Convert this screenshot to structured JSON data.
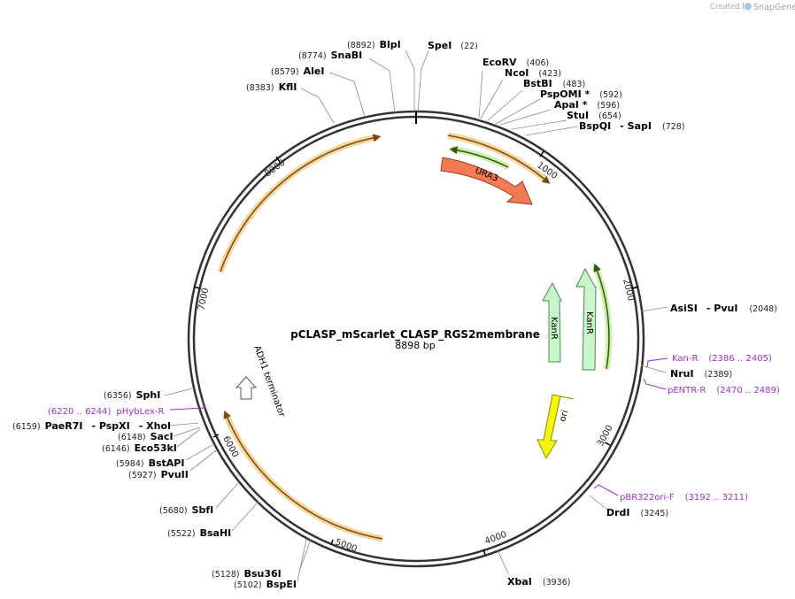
{
  "header": {
    "credit": "Created by",
    "brand": "SnapGene"
  },
  "plasmid": {
    "name": "pCLASP_mScarlet_CLASP_RGS2membrane",
    "length_label": "8898 bp"
  },
  "ruler": [
    "1000",
    "2000",
    "3000",
    "4000",
    "5000",
    "6000",
    "7000",
    "8000"
  ],
  "features": [
    {
      "label": "URA3",
      "color": "#f47a55"
    },
    {
      "label": "KanR",
      "color": "#c8f5cc"
    },
    {
      "label": "KanR",
      "color": "#c8f5cc"
    },
    {
      "label": "ori",
      "color": "#f6f60a"
    },
    {
      "label": "ADH1 terminator",
      "color": "#ffffff"
    }
  ],
  "enzymes": [
    {
      "name": "BlpI",
      "pos": "(8892)"
    },
    {
      "name": "SpeI",
      "pos": "(22)"
    },
    {
      "name": "SnaBI",
      "pos": "(8774)"
    },
    {
      "name": "EcoRV",
      "pos": "(406)"
    },
    {
      "name": "AleI",
      "pos": "(8579)"
    },
    {
      "name": "NcoI",
      "pos": "(423)"
    },
    {
      "name": "KflI",
      "pos": "(8383)"
    },
    {
      "name": "BstBI",
      "pos": "(483)"
    },
    {
      "name": "PspOMI *",
      "pos": "(592)"
    },
    {
      "name": "ApaI *",
      "pos": "(596)"
    },
    {
      "name": "StuI",
      "pos": "(654)"
    },
    {
      "name": "BspQI",
      "name2": "- SapI",
      "pos": "(728)"
    },
    {
      "name": "AsiSI",
      "name2": "- PvuI",
      "pos": "(2048)"
    },
    {
      "name": "NruI",
      "pos": "(2389)"
    },
    {
      "name": "DrdI",
      "pos": "(3245)"
    },
    {
      "name": "XbaI",
      "pos": "(3936)"
    },
    {
      "name": "Bsu36I",
      "pos": "(5128)"
    },
    {
      "name": "BspEI",
      "pos": "(5102)"
    },
    {
      "name": "BsaHI",
      "pos": "(5522)"
    },
    {
      "name": "SbfI",
      "pos": "(5680)"
    },
    {
      "name": "PvuII",
      "pos": "(5927)"
    },
    {
      "name": "BstAPI",
      "pos": "(5984)"
    },
    {
      "name": "Eco53kI",
      "pos": "(6146)"
    },
    {
      "name": "SacI",
      "pos": "(6148)"
    },
    {
      "name": "PaeR7I",
      "name2": "- PspXI",
      "name3": "- XhoI",
      "pos": "(6159)"
    },
    {
      "name": "SphI",
      "pos": "(6356)"
    }
  ],
  "primers": [
    {
      "name": "Kan-R",
      "range": "(2386 .. 2405)"
    },
    {
      "name": "pENTR-R",
      "range": "(2470 .. 2489)"
    },
    {
      "name": "pBR322ori-F",
      "range": "(3192 .. 3211)"
    },
    {
      "name": "pHybLex-R",
      "range": "(6220 .. 6244)"
    }
  ]
}
